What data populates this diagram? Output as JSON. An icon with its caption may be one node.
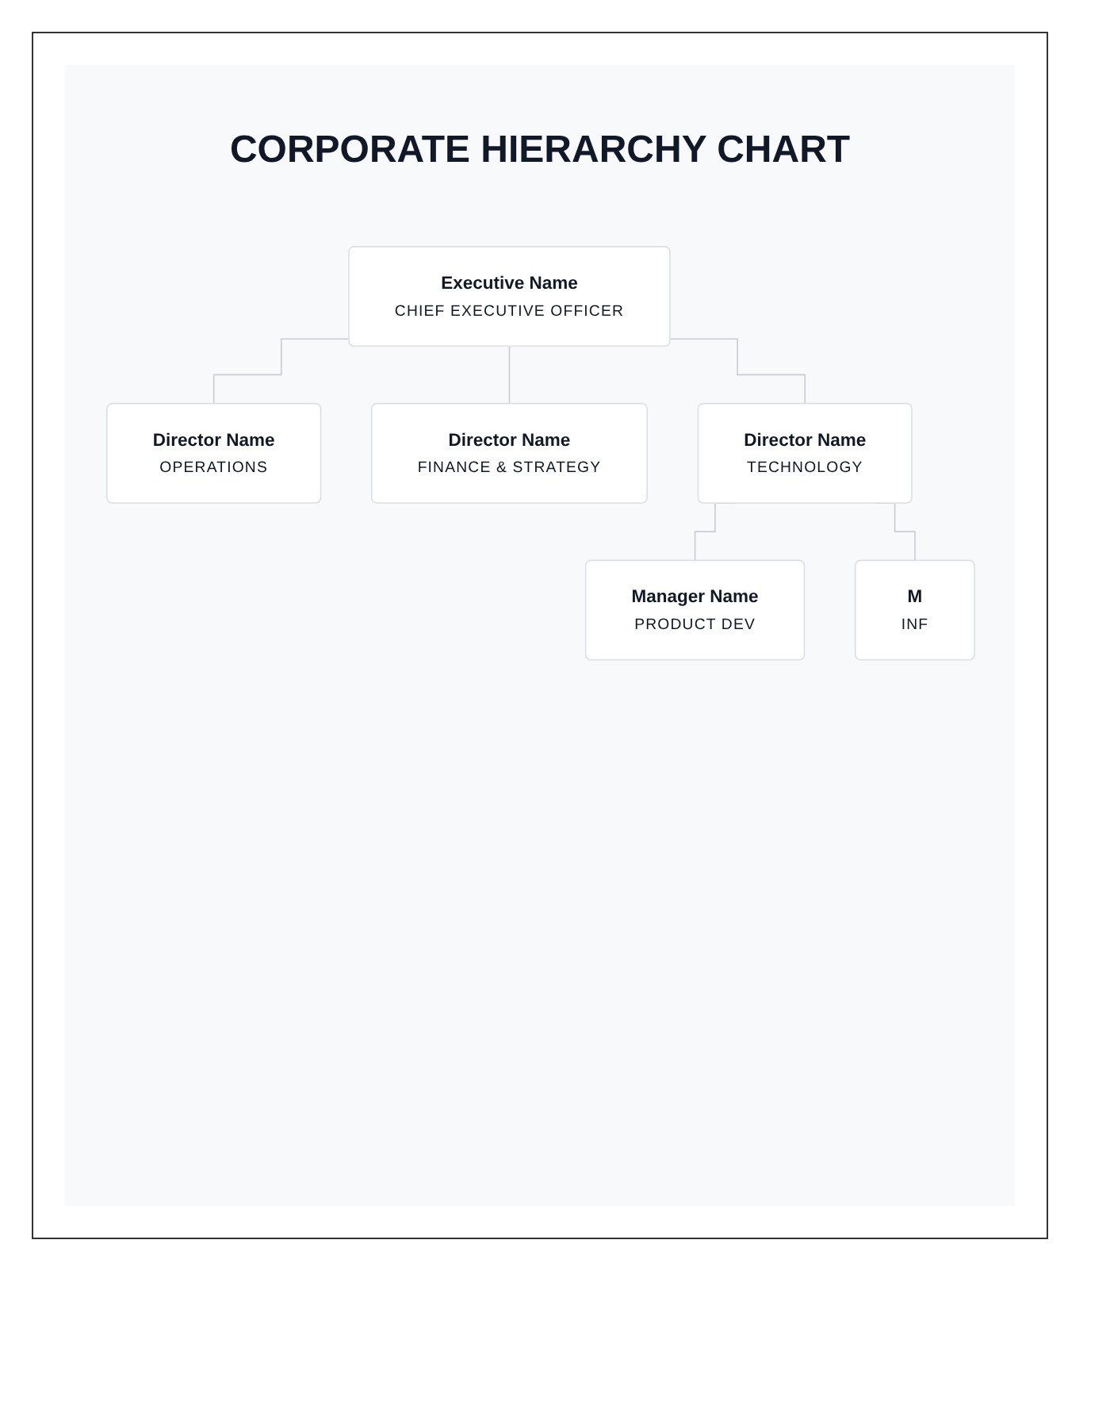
{
  "diagram": {
    "title": "CORPORATE HIERARCHY CHART",
    "nodes": [
      {
        "text": [
          "Executive Name",
          "CHIEF EXECUTIVE OFFICER"
        ]
      },
      {
        "text": [
          "Director Name",
          "OPERATIONS"
        ]
      },
      {
        "text": [
          "Director Name",
          "FINANCE & STRATEGY"
        ]
      },
      {
        "text": [
          "Director Name",
          "TECHNOLOGY"
        ]
      },
      {
        "text": [
          "Manager Name",
          "PRODUCT DEV"
        ]
      },
      {
        "text": [
          "M",
          "INF"
        ]
      }
    ],
    "edges": [
      {
        "from": 0,
        "to": 1,
        "arrow": "none"
      },
      {
        "from": 0,
        "to": 2,
        "arrow": "none"
      },
      {
        "from": 0,
        "to": 3,
        "arrow": "none"
      },
      {
        "from": 3,
        "to": 4,
        "arrow": "none"
      },
      {
        "from": 3,
        "to": 5,
        "arrow": "none"
      }
    ]
  }
}
